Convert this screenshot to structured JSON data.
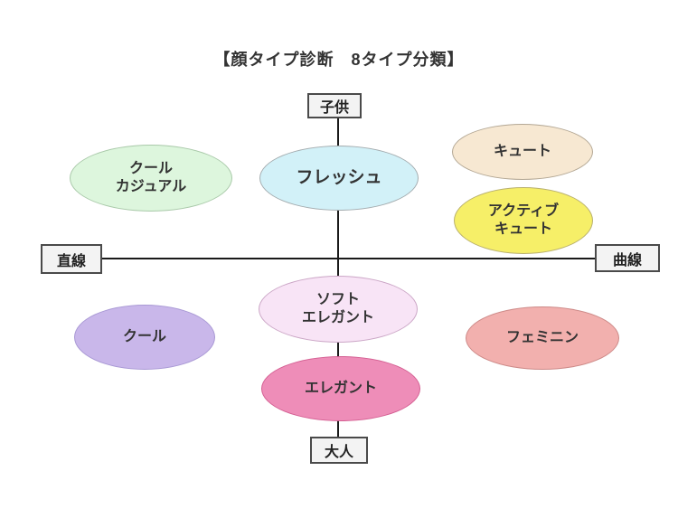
{
  "title": "【顔タイプ診断　8タイプ分類】",
  "axes": {
    "top": "子供",
    "bottom": "大人",
    "left": "直線",
    "right": "曲線"
  },
  "ellipses": [
    {
      "id": "cool-casual",
      "lines": [
        "クール",
        "カジュアル"
      ],
      "fill": "#ddf6dd",
      "border": "#a9c9a9"
    },
    {
      "id": "fresh",
      "lines": [
        "フレッシュ"
      ],
      "fill": "#d2f1f8",
      "border": "#a3abae"
    },
    {
      "id": "cute",
      "lines": [
        "キュート"
      ],
      "fill": "#f7e8d2",
      "border": "#b3a794"
    },
    {
      "id": "active-cute",
      "lines": [
        "アクティブ",
        "キュート"
      ],
      "fill": "#f6ef68",
      "border": "#b9b06e"
    },
    {
      "id": "cool",
      "lines": [
        "クール"
      ],
      "fill": "#c9b7ea",
      "border": "#a898d4"
    },
    {
      "id": "soft-elegant",
      "lines": [
        "ソフト",
        "エレガント"
      ],
      "fill": "#f8e4f6",
      "border": "#cba6c6"
    },
    {
      "id": "elegant",
      "lines": [
        "エレガント"
      ],
      "fill": "#ee8db8",
      "border": "#d45f92"
    },
    {
      "id": "feminine",
      "lines": [
        "フェミニン"
      ],
      "fill": "#f2b0ae",
      "border": "#cd8a88"
    }
  ],
  "line_color": "#1a1a1a"
}
